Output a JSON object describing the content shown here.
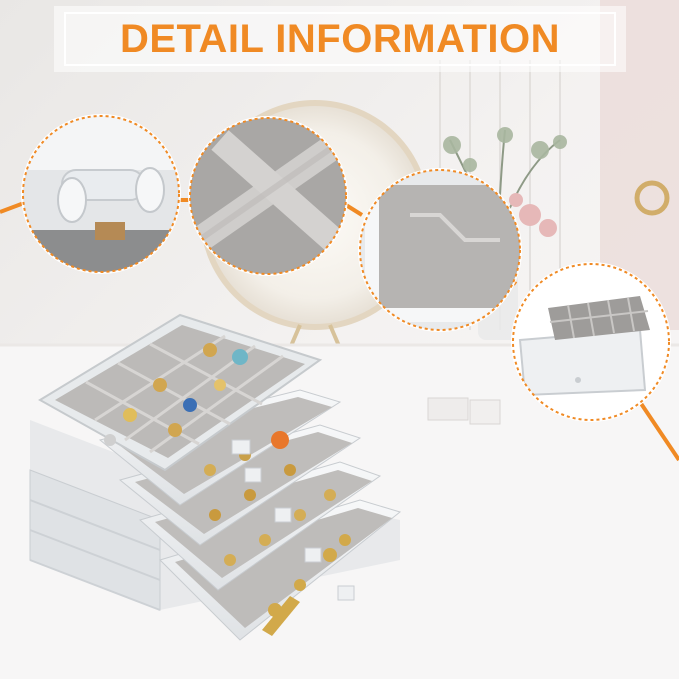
{
  "banner": {
    "title": "DETAIL INFORMATION"
  },
  "colors": {
    "accent": "#f08a24",
    "background": "#f1efee",
    "velvet": "#b9b7b4",
    "acrylic": "#e6e8ea"
  },
  "detail_callouts": [
    {
      "name": "knob-detail",
      "depicts": "acrylic-drawer-knob"
    },
    {
      "name": "velvet-divider-detail",
      "depicts": "velvet-cross-divider"
    },
    {
      "name": "lid-edge-detail",
      "depicts": "acrylic-lid-edge"
    },
    {
      "name": "removable-tray-detail",
      "depicts": "removable-velvet-tray"
    }
  ]
}
